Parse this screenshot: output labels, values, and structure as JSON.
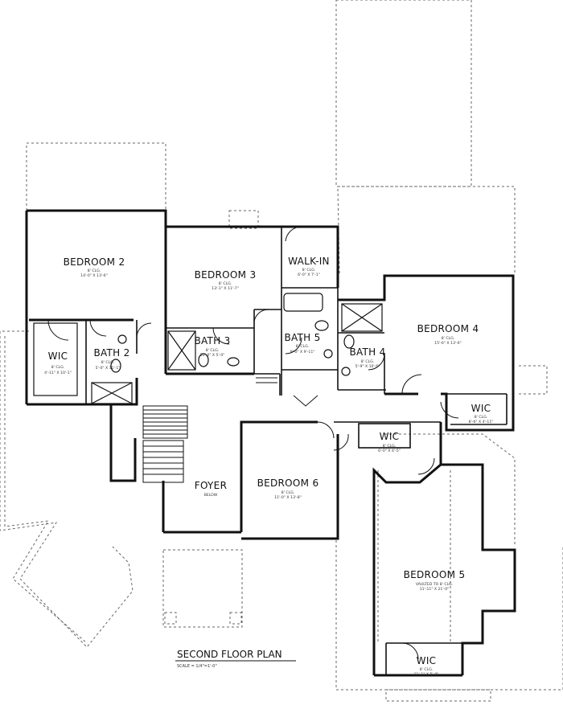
{
  "plan": {
    "title": "SECOND FLOOR PLAN",
    "scale": "SCALE = 1/4\"=1'-0\""
  },
  "rooms": [
    {
      "id": "bedroom2",
      "name": "BEDROOM 2",
      "ceiling": "8' CLG.",
      "size": "14'-0\" X 13'-6\""
    },
    {
      "id": "bedroom3",
      "name": "BEDROOM 3",
      "ceiling": "8' CLG.",
      "size": "13'-1\" X 11'-7\""
    },
    {
      "id": "walkin",
      "name": "WALK-IN",
      "ceiling": "8' CLG.",
      "size": "6'-0\" X 7'-1\""
    },
    {
      "id": "bedroom4",
      "name": "BEDROOM 4",
      "ceiling": "8' CLG.",
      "size": "15'-6\" X 13'-6\""
    },
    {
      "id": "wic1",
      "name": "WIC",
      "ceiling": "8' CLG.",
      "size": "4'-11\" X 10'-1\""
    },
    {
      "id": "bath2",
      "name": "BATH 2",
      "ceiling": "8' CLG.",
      "size": "5'-0\" X 11'-1\""
    },
    {
      "id": "bath3",
      "name": "BATH 3",
      "ceiling": "8' CLG.",
      "size": "10'-0\" X 5'-0\""
    },
    {
      "id": "bath5",
      "name": "BATH 5",
      "ceiling": "8' CLG.",
      "size": "9'-0\" X 9'-11\""
    },
    {
      "id": "bath4",
      "name": "BATH 4",
      "ceiling": "8' CLG.",
      "size": "5'-9\" X 10'-6\""
    },
    {
      "id": "wic4",
      "name": "WIC",
      "ceiling": "8' CLG.",
      "size": "8'-6\" X 4'-11\""
    },
    {
      "id": "wic6",
      "name": "WIC",
      "ceiling": "8' CLG.",
      "size": "6'-0\" X 4'-5\""
    },
    {
      "id": "foyer",
      "name": "FOYER",
      "ceiling": "BELOW",
      "size": ""
    },
    {
      "id": "bedroom6",
      "name": "BEDROOM 6",
      "ceiling": "8' CLG.",
      "size": "11'-0\" X 13'-8\""
    },
    {
      "id": "bedroom5",
      "name": "BEDROOM 5",
      "ceiling": "VAULTED TO 8' CLG.",
      "size": "11'-11\" X 21'-0\""
    },
    {
      "id": "wic5",
      "name": "WIC",
      "ceiling": "8' CLG.",
      "size": "11'-1\" X 5'-0\""
    }
  ]
}
